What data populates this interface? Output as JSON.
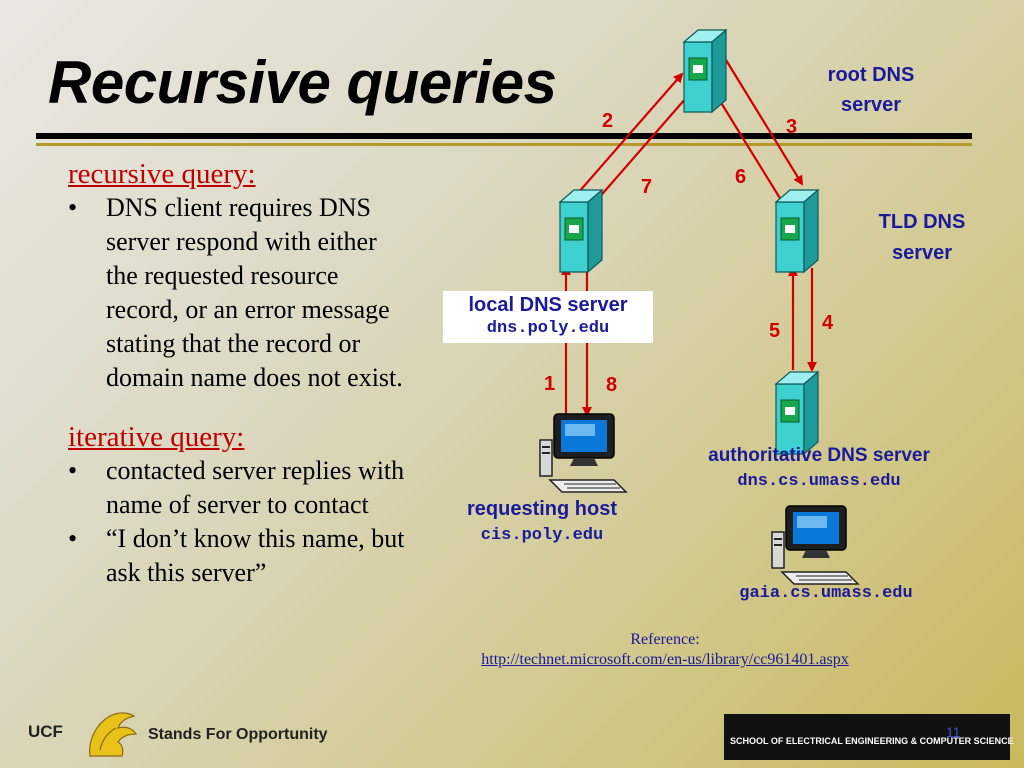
{
  "slide": {
    "title": "Recursive queries",
    "recursive_heading": "recursive query:",
    "recursive_bullets": [
      "DNS client requires DNS server respond with either the requested resource record, or an error message stating that the record or domain name does not exist."
    ],
    "iterative_heading": "iterative query:",
    "iterative_bullets": [
      "contacted server replies with name of server to contact",
      "“I don’t know this name, but ask this server”"
    ],
    "bullet_char": "•"
  },
  "diagram": {
    "root_label": "root DNS server",
    "tld_label": "TLD DNS server",
    "local_label": "local DNS server",
    "local_host": "dns.poly.edu",
    "auth_label": "authoritative DNS server",
    "auth_host": "dns.cs.umass.edu",
    "requesting_label": "requesting host",
    "requesting_host": "cis.poly.edu",
    "gaia_host": "gaia.cs.umass.edu",
    "steps": [
      "1",
      "2",
      "3",
      "4",
      "5",
      "6",
      "7",
      "8"
    ],
    "colors": {
      "arrow": "#d00000",
      "label": "#1a1a9a",
      "server_body": "#3fd0d0",
      "server_light": "#16a84a"
    }
  },
  "reference": {
    "label": "Reference:",
    "url": "http://technet.microsoft.com/en-us/library/cc961401.aspx"
  },
  "footer": {
    "ucf": "UCF",
    "tagline": "Stands For Opportunity",
    "school": "SCHOOL OF ELECTRICAL ENGINEERING & COMPUTER SCIENCE",
    "page": "11"
  }
}
